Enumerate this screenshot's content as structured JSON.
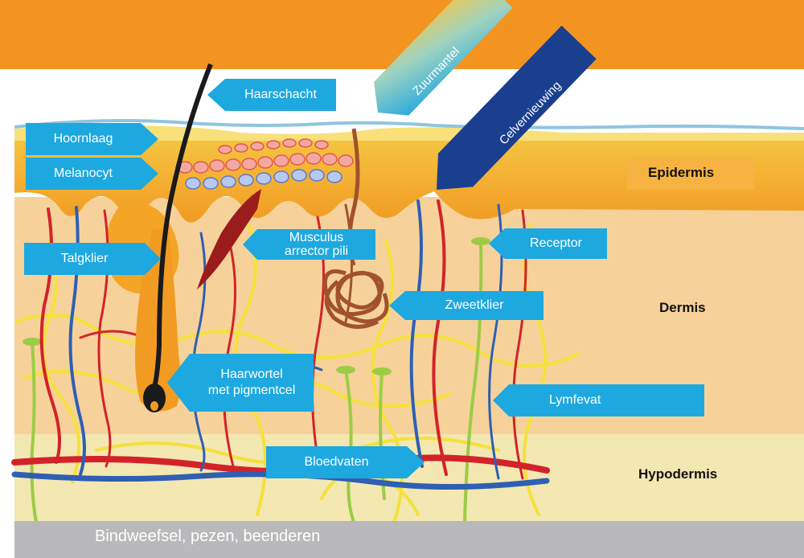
{
  "labels": {
    "haarschacht": "Haarschacht",
    "hoornlaag": "Hoornlaag",
    "melanocyt": "Melanocyt",
    "talgklier": "Talgklier",
    "musculus": "Musculus\narrector pili",
    "receptor": "Receptor",
    "zweetklier": "Zweetklier",
    "haarwortel": "Haarwortel\nmet pigmentcel",
    "lymfevat": "Lymfevat",
    "bloedvaten": "Bloedvaten",
    "zuurmantel": "Zuurmantel",
    "celvernieuwing": "Celvernieuwing"
  },
  "layers": {
    "epidermis": "Epidermis",
    "dermis": "Dermis",
    "hypodermis": "Hypodermis"
  },
  "bottom_band": "Bindweefsel, pezen, beenderen",
  "colors": {
    "header_orange": "#f39421",
    "label_blue": "#1ea8e0",
    "dark_blue": "#1b3f8f",
    "epidermis_orange": "#f7a928",
    "dermis": "#f6d29a",
    "hypodermis": "#f3e7b2",
    "bottom_gray": "#b9b9bb",
    "vessel_red": "#d2232a",
    "vessel_blue": "#2f5fb3",
    "nerve_yellow": "#f5e13a",
    "lymph_green": "#9ccc45",
    "hair": "#1a1a1a",
    "muscle": "#9b1c1c",
    "sweat_gland": "#a0522d"
  }
}
